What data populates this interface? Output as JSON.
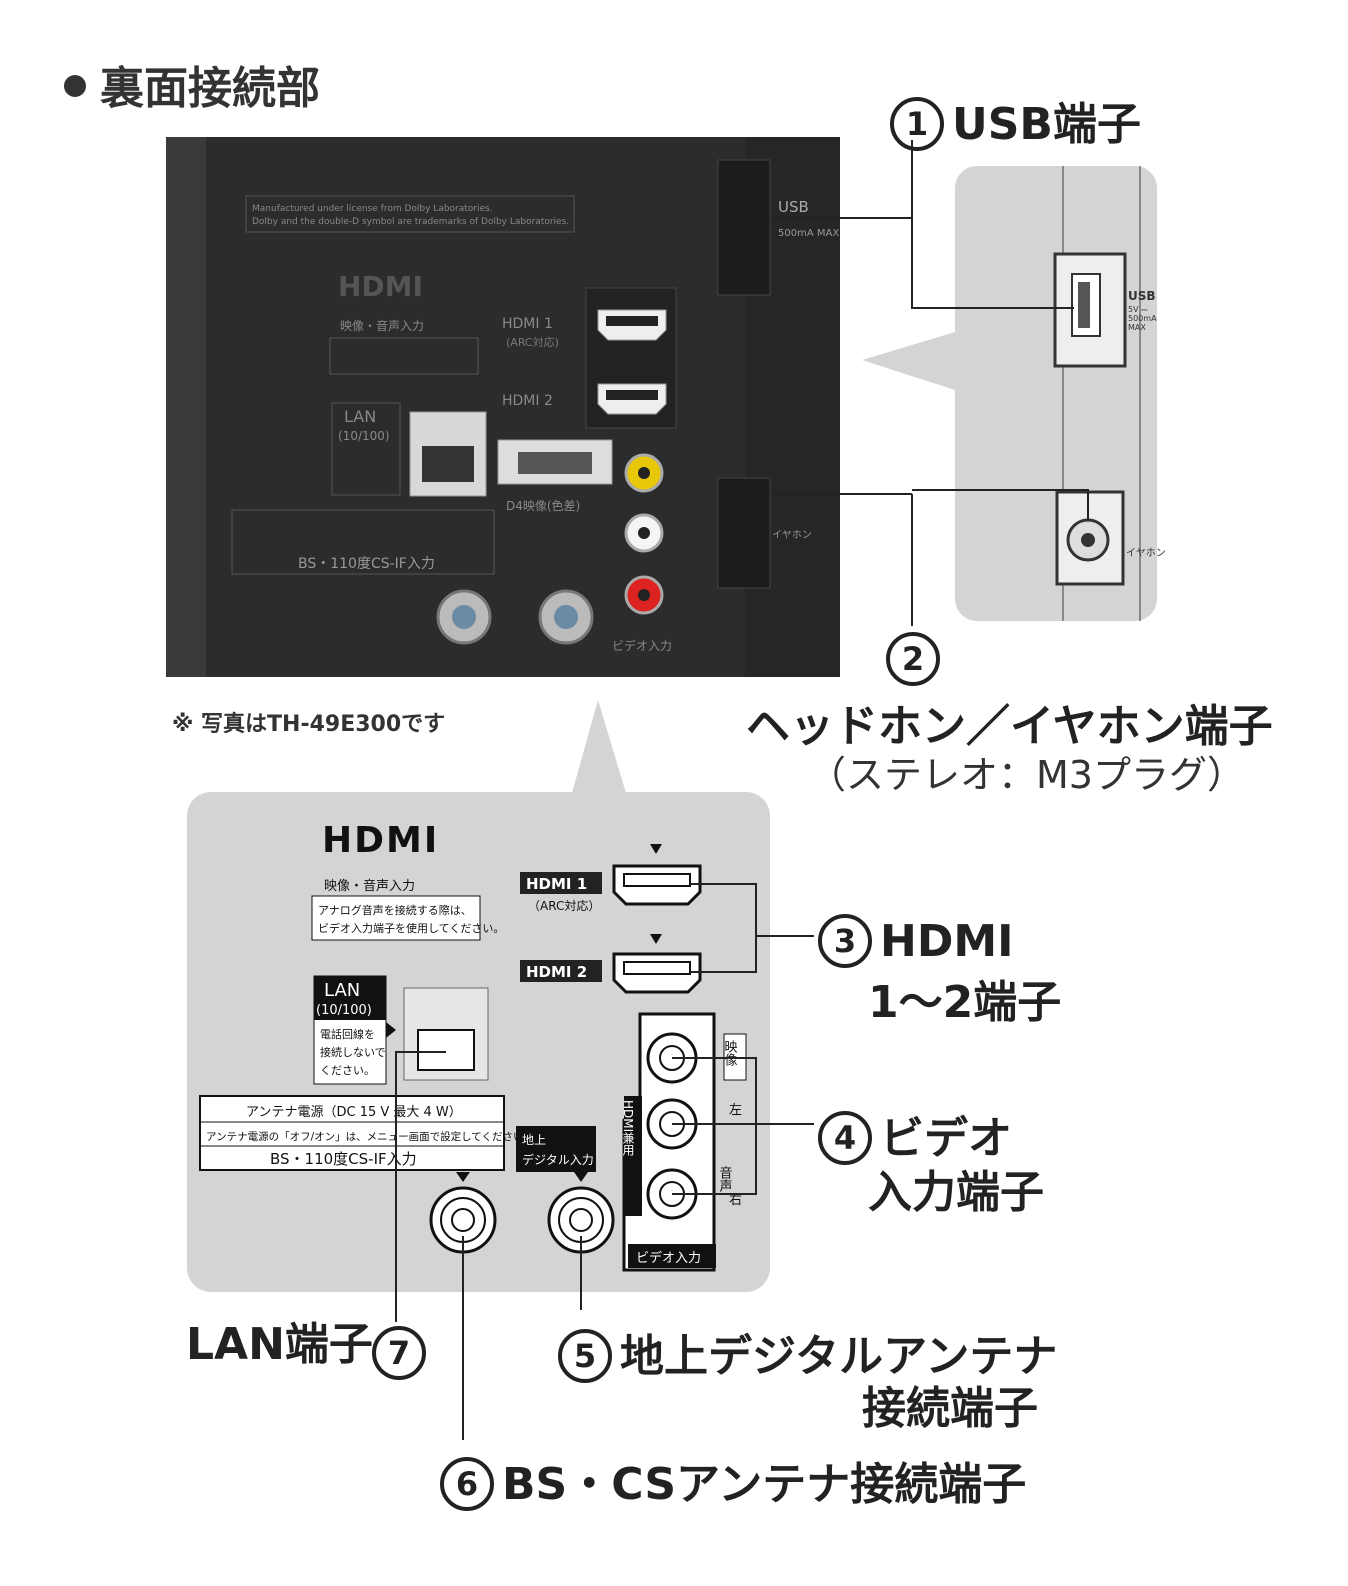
{
  "heading": "裏面接続部",
  "note": "※ 写真はTH-49E300です",
  "callouts": {
    "usb": {
      "num": "1",
      "label": "USB端子"
    },
    "phones": {
      "num": "2",
      "label": "ヘッドホン／イヤホン端子",
      "sub": "（ステレオ：M3プラグ）"
    },
    "hdmi": {
      "num": "3",
      "line1": "HDMI",
      "line2": "1～2端子"
    },
    "video": {
      "num": "4",
      "line1": "ビデオ",
      "line2": "入力端子"
    },
    "terr": {
      "num": "5",
      "line1": "地上デジタルアンテナ",
      "line2": "接続端子"
    },
    "bscs": {
      "num": "6",
      "label": "BS・CSアンテナ接続端子"
    },
    "lan": {
      "num": "7",
      "label": "LAN端子"
    }
  },
  "photo": {
    "dolby_line1": "Manufactured under license from Dolby Laboratories.",
    "dolby_line2": "Dolby and the double-D symbol are trademarks of Dolby Laboratories.",
    "hdmi_logo": "HDMI",
    "av_in": "映像・音声入力",
    "hdmi1": "HDMI 1",
    "arc": "(ARC対応)",
    "hdmi2": "HDMI 2",
    "lan": "LAN",
    "lan_speed": "(10/100)",
    "d4": "D4映像(色差)",
    "usb": "USB",
    "usb_spec": "500mA MAX",
    "phones": "イヤホン",
    "bs": "BS・110度CS-IF入力",
    "video_in": "ビデオ入力"
  },
  "panel": {
    "hdmi_logo": "HDMI",
    "av_in": "映像・音声入力",
    "av_note1": "アナログ音声を接続する際は、",
    "av_note2": "ビデオ入力端子を使用してください。",
    "hdmi1": "HDMI 1",
    "arc": "（ARC対応）",
    "hdmi2": "HDMI 2",
    "lan": "LAN",
    "lan_speed": "(10/100)",
    "lan_note1": "電話回線を",
    "lan_note2": "接続しないで",
    "lan_note3": "ください。",
    "ant_power": "アンテナ電源（DC 15 V 最大 4 W）",
    "ant_note": "アンテナ電源の「オフ/オン」は、メニュー画面で設定してください。",
    "bs": "BS・110度CS-IF入力",
    "terr1": "地上",
    "terr2": "デジタル入力",
    "hdmi_shared": "HDMI兼用",
    "video": "映像",
    "left": "左",
    "audio": "音声",
    "right": "右",
    "video_in": "ビデオ入力"
  },
  "side": {
    "usb": "USB",
    "usb_spec1": "5V ⎓",
    "usb_spec2": "500mA",
    "usb_spec3": "MAX",
    "phones": "イヤホン"
  }
}
